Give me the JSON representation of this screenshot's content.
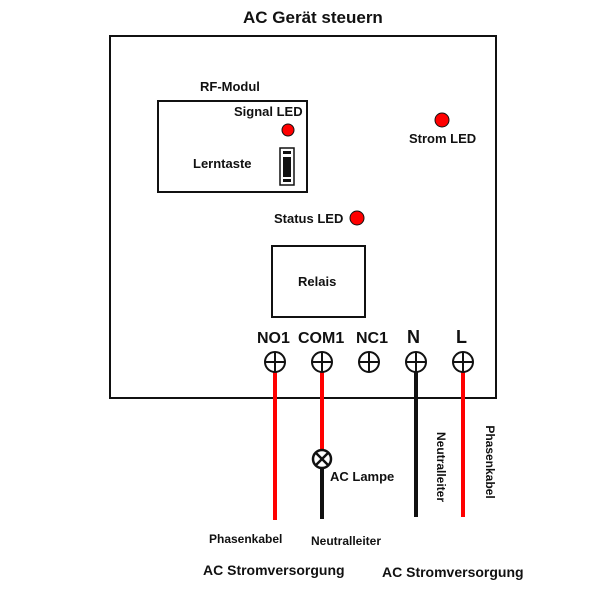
{
  "title": "AC Gerät steuern",
  "rf_module": {
    "label": "RF-Modul",
    "signal_led": "Signal LED",
    "learn_button": "Lerntaste"
  },
  "power_led": "Strom LED",
  "status_led": "Status LED",
  "relay": "Relais",
  "terminals": [
    "NO1",
    "COM1",
    "NC1",
    "N",
    "L"
  ],
  "wires": {
    "neutral_vertical": "Neutralleiter",
    "phase_vertical": "Phasenkabel",
    "lamp": "AC Lampe",
    "phase_bottom": "Phasenkabel",
    "neutral_bottom": "Neutralleiter"
  },
  "supply_left": "AC Stromversorgung",
  "supply_right": "AC Stromversorgung",
  "colors": {
    "phase": "#ff0000",
    "neutral": "#000000",
    "led": "#ff0000"
  }
}
